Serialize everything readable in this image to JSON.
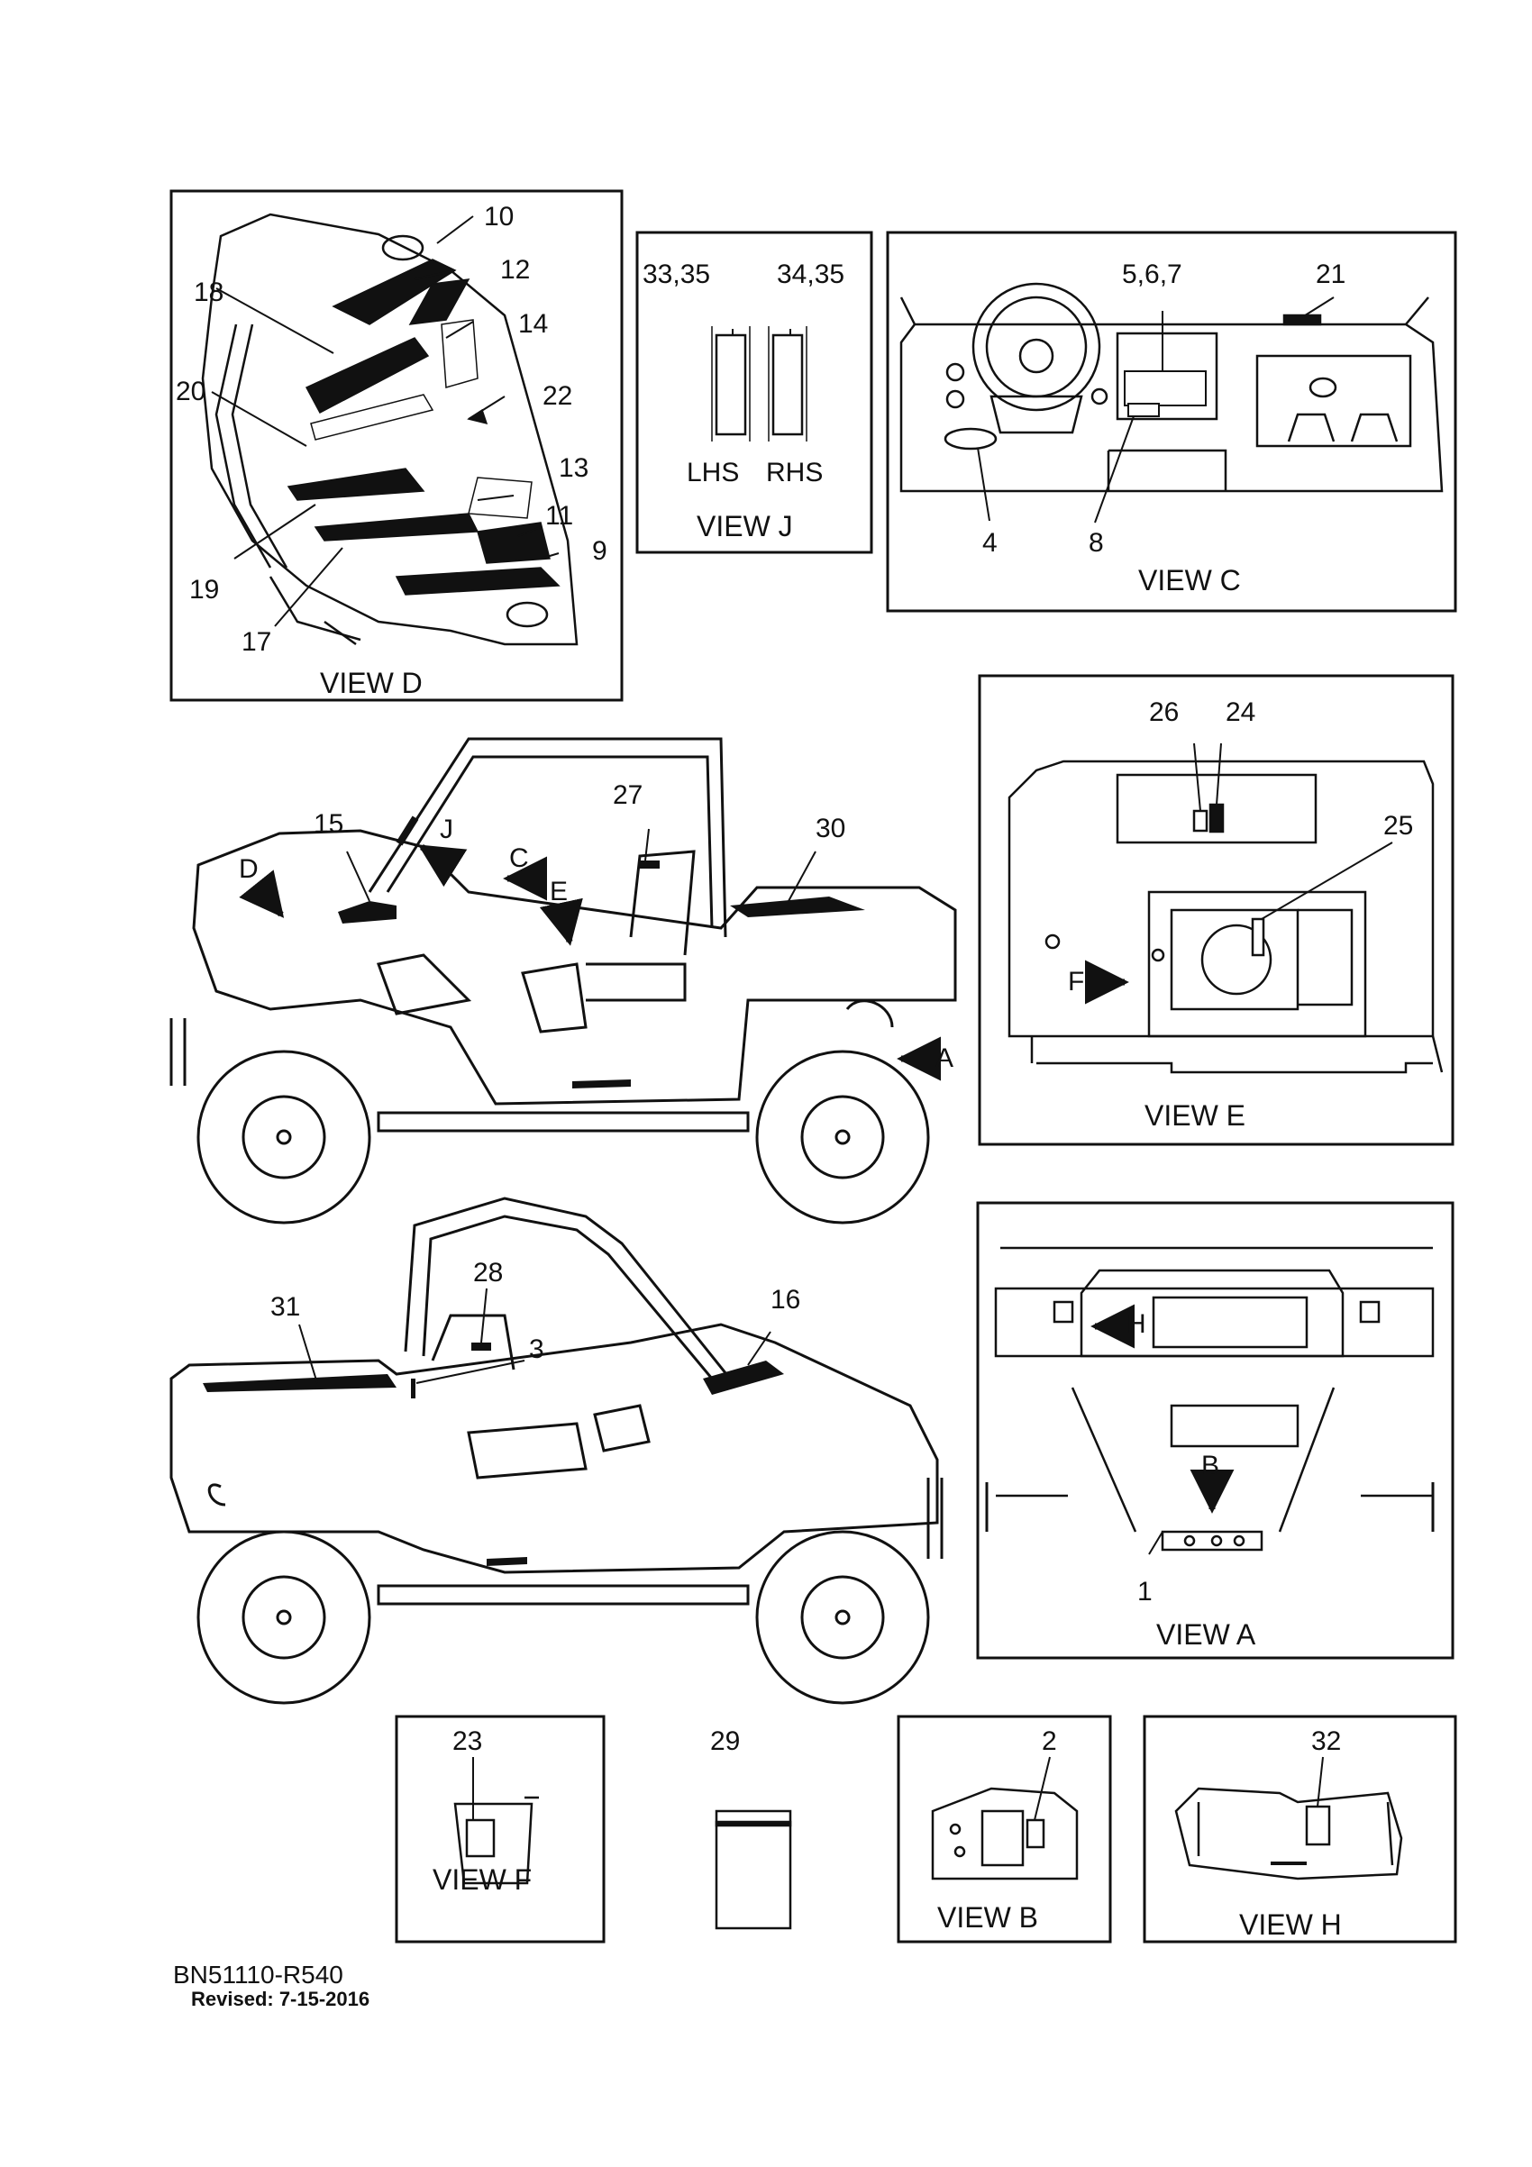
{
  "views": {
    "d": "VIEW D",
    "j": "VIEW J",
    "c": "VIEW C",
    "e": "VIEW E",
    "a": "VIEW A",
    "f": "VIEW F",
    "b": "VIEW B",
    "h": "VIEW H"
  },
  "side_labels": {
    "lhs": "LHS",
    "rhs": "RHS"
  },
  "callouts": {
    "n1": "1",
    "n2": "2",
    "n3": "3",
    "n4": "4",
    "n5_6_7": "5,6,7",
    "n8": "8",
    "n9": "9",
    "n10": "10",
    "n11": "11",
    "n12": "12",
    "n13": "13",
    "n14": "14",
    "n15": "15",
    "n16": "16",
    "n17": "17",
    "n18": "18",
    "n19": "19",
    "n20": "20",
    "n21": "21",
    "n22": "22",
    "n23": "23",
    "n24": "24",
    "n25": "25",
    "n26": "26",
    "n27": "27",
    "n28": "28",
    "n29": "29",
    "n30": "30",
    "n31": "31",
    "n32": "32",
    "n33_35": "33,35",
    "n34_35": "34,35"
  },
  "arrows": {
    "a": "A",
    "b": "B",
    "c": "C",
    "d": "D",
    "e": "E",
    "f": "F",
    "h": "H",
    "j": "J"
  },
  "footer": {
    "code": "BN51110-R540",
    "revised": "Revised: 7-15-2016"
  }
}
